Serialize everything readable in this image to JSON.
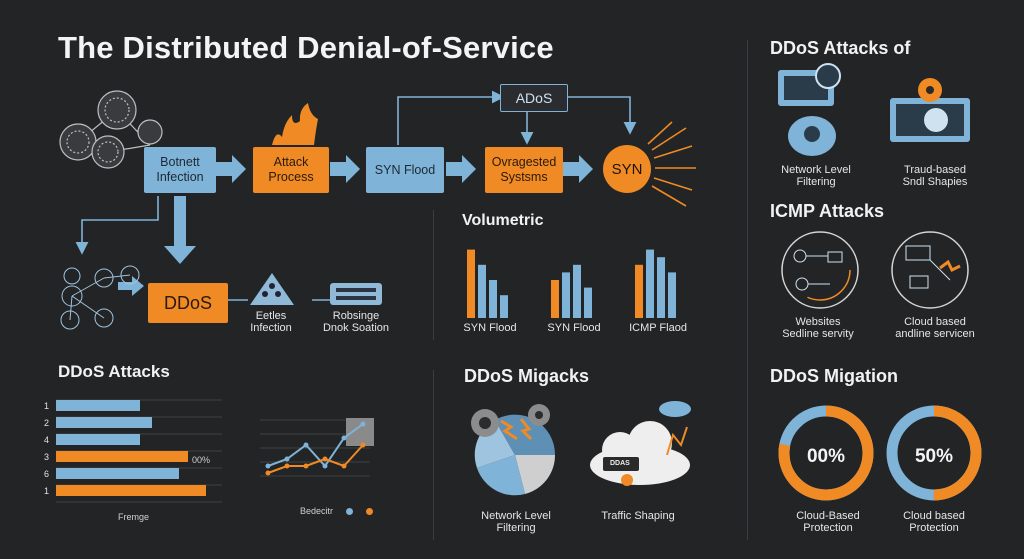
{
  "title": "The Distributed Denial-of-Service",
  "flow": {
    "botnet": "Botnett\nInfection",
    "attack": "Attack\nProcess",
    "synflood": "SYN Flood",
    "overgasted": "Ovragested\nSystsms",
    "syn": "SYN",
    "ados": "ADoS",
    "ddos": "DDoS",
    "eetles": "Eetles\nInfection",
    "robsinge": "Robsinge\nDnok Soation"
  },
  "volumetric": {
    "heading": "Volumetric",
    "groups": [
      {
        "label": "SYN Flood",
        "values": [
          9,
          7,
          5,
          3
        ]
      },
      {
        "label": "SYN Flood",
        "values": [
          5,
          6,
          7,
          4
        ]
      },
      {
        "label": "ICMP Flaod",
        "values": [
          7,
          9,
          8,
          6
        ]
      }
    ]
  },
  "attacks_hbar": {
    "heading": "DDoS Attacks",
    "rows": [
      {
        "label": "1",
        "value": 5.6,
        "color": "#7fb3d8"
      },
      {
        "label": "2",
        "value": 6.4,
        "color": "#7fb3d8"
      },
      {
        "label": "4",
        "value": 5.6,
        "color": "#7fb3d8"
      },
      {
        "label": "3",
        "value": 8.8,
        "color": "#f08a24"
      },
      {
        "label": "6",
        "value": 8.2,
        "color": "#7fb3d8"
      },
      {
        "label": "1",
        "value": 10,
        "color": "#f08a24"
      }
    ],
    "annotation": "00%",
    "xlabel": "Fremge"
  },
  "line_chart": {
    "legend": "Bedecitr",
    "blue": [
      2,
      3,
      5,
      2,
      6,
      8
    ],
    "orange": [
      1,
      2,
      2,
      3,
      2,
      5
    ]
  },
  "right": {
    "heading1": "DDoS Attacks of",
    "item1": "Network Level\nFiltering",
    "item2": "Traud-based\nSndl Shapies",
    "heading2": "ICMP Attacks",
    "item3": "Websites\nSedline servity",
    "item4": "Cloud based\nandline servicen",
    "heading3": "DDoS Migation",
    "ring1_text": "00%",
    "ring1_label": "Cloud-Based\nProtection",
    "ring1_fraction": 0.78,
    "ring2_text": "50%",
    "ring2_label": "Cloud based\nProtection",
    "ring2_fraction": 0.5
  },
  "migacks": {
    "heading": "DDoS Migacks",
    "item1": "Network Level\nFiltering",
    "item2": "Traffic Shaping",
    "badge": "DDAS"
  },
  "colors": {
    "blue": "#7fb3d8",
    "orange": "#f08a24",
    "background": "#232426"
  }
}
